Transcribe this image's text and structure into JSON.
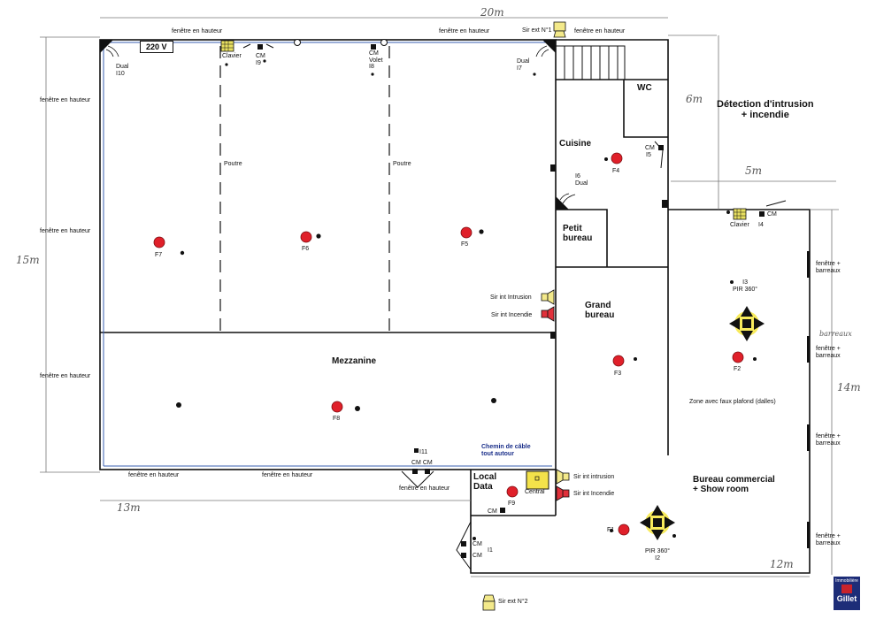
{
  "dimensions": {
    "top_width": "20m",
    "wc_depth": "6m",
    "annex_width": "5m",
    "left_height": "15m",
    "bottom_left_width": "13m",
    "right_height": "14m",
    "bottom_right_width": "12m"
  },
  "title": {
    "line1": "Détection d'intrusion",
    "line2": "+ incendie"
  },
  "power_label": "220 V",
  "rooms": {
    "wc": "WC",
    "cuisine": "Cuisine",
    "petit_bureau_1": "Petit",
    "petit_bureau_2": "bureau",
    "grand_bureau_1": "Grand",
    "grand_bureau_2": "bureau",
    "mezzanine": "Mezzanine",
    "local_data_1": "Local",
    "local_data_2": "Data",
    "bureau_commercial_1": "Bureau commercial",
    "bureau_commercial_2": "+ Show room"
  },
  "beams": {
    "b1": "Poutre",
    "b2": "Poutre"
  },
  "windows": {
    "top_left": "fenêtre en hauteur",
    "top_right": "fenêtre en hauteur",
    "top_far_right": "fenêtre en hauteur",
    "left_1": "fenêtre en hauteur",
    "left_2": "fenêtre en hauteur",
    "left_3": "fenêtre en hauteur",
    "bottom_1": "fenêtre en hauteur",
    "bottom_2": "fenêtre en hauteur",
    "bottom_3": "fenêtre en hauteur",
    "right_bars": [
      {
        "l1": "fenêtre +",
        "l2": "barreaux"
      },
      {
        "l1": "fenêtre +",
        "l2": "barreaux"
      },
      {
        "l1": "fenêtre +",
        "l2": "barreaux"
      },
      {
        "l1": "fenêtre +",
        "l2": "barreaux"
      }
    ],
    "right_hand_note": "barreaux"
  },
  "sirens": {
    "ext1": "Sir ext N°1",
    "ext2": "Sir ext N°2",
    "int_intrusion_1": "Sir int Intrusion",
    "int_incendie_1": "Sir int Incendie",
    "int_intrusion_2": "Sir int intrusion",
    "int_incendie_2": "Sir int Incendie"
  },
  "detectors": {
    "i10_a": "Dual",
    "i10_b": "I10",
    "i7_a": "Dual",
    "i7_b": "I7",
    "i9_a": "CM",
    "i9_b": "I9",
    "i8_a": "CM",
    "i8_b": "Volet",
    "i8_c": "I8",
    "i6_a": "I6",
    "i6_b": "Dual",
    "i5_a": "CM",
    "i5_b": "I5",
    "i4_a": "CM",
    "i4_b": "I4",
    "i3_a": "I3",
    "i3_b": "PIR 360°",
    "i2_a": "PIR 360°",
    "i2_b": "I2",
    "i11": "I11",
    "cm_pair": "CM  CM",
    "i1_cm1": "CM",
    "i1_cm2": "CM",
    "i1": "I1",
    "local_cm": "CM"
  },
  "keypads": {
    "k1": "Clavier",
    "k2": "Clavier",
    "central": "Central"
  },
  "fire": {
    "f1": "F1",
    "f2": "F2",
    "f3": "F3",
    "f4": "F4",
    "f5": "F5",
    "f6": "F6",
    "f7": "F7",
    "f8": "F8",
    "f9": "F9"
  },
  "notes": {
    "cable_1": "Chemin de câble",
    "cable_2": "tout autour",
    "ceiling": "Zone avec faux plafond (dalles)"
  },
  "logo": {
    "line1": "Immobilière",
    "line2": "Gillet"
  },
  "colors": {
    "wall": "#111111",
    "window_blue": "#3a5fb0",
    "fire_red": "#e0202a",
    "siren_yellow": "#f3e98a",
    "siren_red": "#e0303a",
    "keypad_yellow": "#e8e060",
    "pir_yellow": "#f7e94a",
    "logo_blue": "#1d2d78"
  }
}
